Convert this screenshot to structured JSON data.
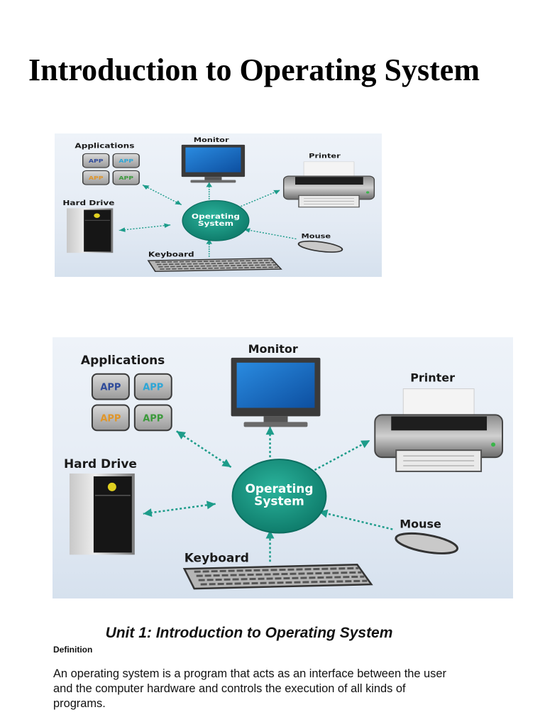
{
  "page": {
    "title": "Introduction to Operating System",
    "unit_heading": "Unit 1: Introduction to Operating System",
    "definition_label": "Definition",
    "definition_text": "An operating system is a program that acts as an interface between the user and the computer hardware and controls the execution of all kinds of programs."
  },
  "diagram": {
    "center": {
      "line1": "Operating",
      "line2": "System"
    },
    "nodes": {
      "applications": "Applications",
      "monitor": "Monitor",
      "printer": "Printer",
      "hard_drive": "Hard Drive",
      "mouse": "Mouse",
      "keyboard": "Keyboard"
    },
    "app_tiles": [
      {
        "label": "APP",
        "color": "#2e4a9a"
      },
      {
        "label": "APP",
        "color": "#2ea6d6"
      },
      {
        "label": "APP",
        "color": "#e0962a"
      },
      {
        "label": "APP",
        "color": "#3c9a3c"
      }
    ],
    "colors": {
      "os_circle": "#1a9a86",
      "arrow": "#1d9c8a",
      "screen": "#1e6fc4"
    }
  }
}
